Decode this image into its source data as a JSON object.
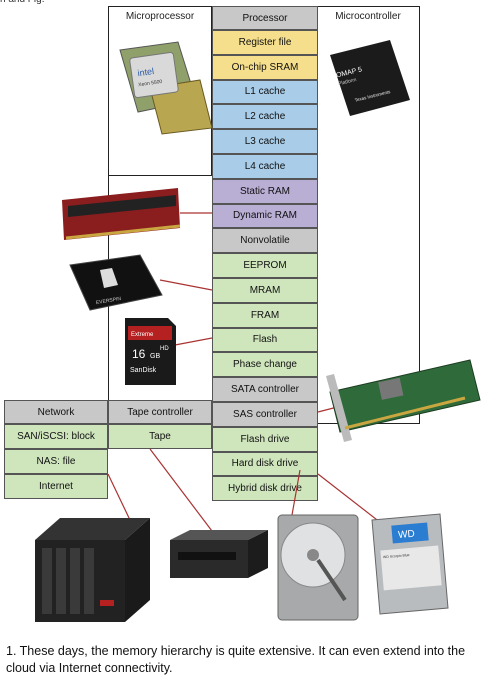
{
  "headers": {
    "microprocessor": "Microprocessor",
    "processor": "Processor",
    "microcontroller": "Microcontroller"
  },
  "processor_column": [
    {
      "label": "Register file",
      "color": "#f5df8c"
    },
    {
      "label": "On-chip SRAM",
      "color": "#f5df8c"
    },
    {
      "label": "L1 cache",
      "color": "#a9cde9"
    },
    {
      "label": "L2 cache",
      "color": "#a9cde9"
    },
    {
      "label": "L3 cache",
      "color": "#a9cde9"
    },
    {
      "label": "L4 cache",
      "color": "#a9cde9"
    },
    {
      "label": "Static RAM",
      "color": "#b9aed4"
    },
    {
      "label": "Dynamic RAM",
      "color": "#b9aed4"
    },
    {
      "label": "Nonvolatile",
      "color": "#c8c8c8"
    },
    {
      "label": "EEPROM",
      "color": "#cfe6bd"
    },
    {
      "label": "MRAM",
      "color": "#cfe6bd"
    },
    {
      "label": "FRAM",
      "color": "#cfe6bd"
    },
    {
      "label": "Flash",
      "color": "#cfe6bd"
    },
    {
      "label": "Phase change",
      "color": "#cfe6bd"
    },
    {
      "label": "SATA controller",
      "color": "#c8c8c8"
    },
    {
      "label": "SAS controller",
      "color": "#c8c8c8"
    },
    {
      "label": "Flash drive",
      "color": "#cfe6bd"
    },
    {
      "label": "Hard disk drive",
      "color": "#cfe6bd"
    },
    {
      "label": "Hybrid disk drive",
      "color": "#cfe6bd"
    }
  ],
  "network_column": {
    "header": "Network",
    "items": [
      "SAN/iSCSI: block",
      "NAS: file",
      "Internet"
    ]
  },
  "tape_column": {
    "header": "Tape controller",
    "items": [
      "Tape"
    ]
  },
  "chip_text": {
    "intel_brand": "intel",
    "intel_model": "Xeon 5500",
    "omap": "OMAP 5",
    "omap_sub": "Platform",
    "ti": "Texas Instruments",
    "ssd_brand": "EVERSPIN",
    "sd_brand": "SanDisk",
    "sd_line": "Extreme",
    "sd_capacity": "16",
    "sd_unit": "GB",
    "sd_spec": "HD",
    "wd_brand": "WD",
    "wd_model": "WD Scorpio Blue"
  },
  "caption": "1. These days, the memory hierarchy is quite extensive. It can even extend into the cloud via Internet connectivity.",
  "top_fragment": "n and Fig."
}
